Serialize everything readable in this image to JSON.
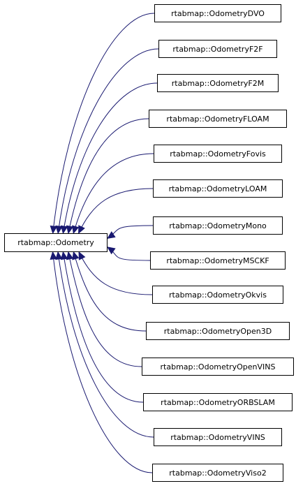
{
  "diagram": {
    "type": "inheritance-graph",
    "edge_color": "#191970",
    "base_class": {
      "label": "rtabmap::Odometry"
    },
    "derived_classes": [
      {
        "label": "rtabmap::OdometryDVO"
      },
      {
        "label": "rtabmap::OdometryF2F"
      },
      {
        "label": "rtabmap::OdometryF2M"
      },
      {
        "label": "rtabmap::OdometryFLOAM"
      },
      {
        "label": "rtabmap::OdometryFovis"
      },
      {
        "label": "rtabmap::OdometryLOAM"
      },
      {
        "label": "rtabmap::OdometryMono"
      },
      {
        "label": "rtabmap::OdometryMSCKF"
      },
      {
        "label": "rtabmap::OdometryOkvis"
      },
      {
        "label": "rtabmap::OdometryOpen3D"
      },
      {
        "label": "rtabmap::OdometryOpenVINS"
      },
      {
        "label": "rtabmap::OdometryORBSLAM"
      },
      {
        "label": "rtabmap::OdometryVINS"
      },
      {
        "label": "rtabmap::OdometryViso2"
      }
    ]
  }
}
